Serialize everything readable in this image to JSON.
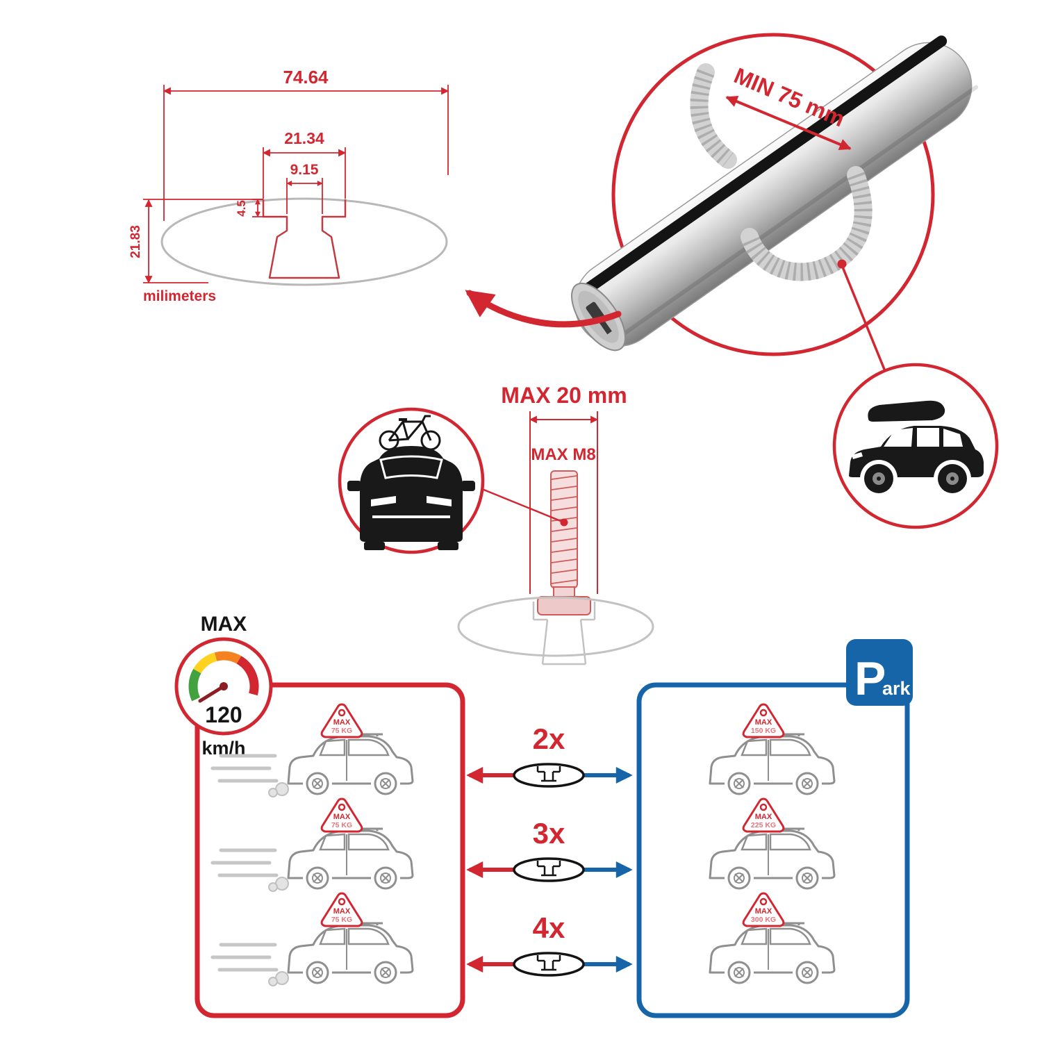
{
  "colors": {
    "accent_red": "#d22631",
    "accent_blue": "#1565a8",
    "profile_gray": "#b8b8b8",
    "silhouette_black": "#191919"
  },
  "profile_dimensions": {
    "total_width": "74.64",
    "slot_width": "21.34",
    "inner_width": "9.15",
    "lip_depth": "4.5",
    "total_height": "21.83",
    "units": "milimeters"
  },
  "crossbar_detail": {
    "min_span": "MIN 75 mm"
  },
  "mount_bolt": {
    "max_width": "MAX 20 mm",
    "max_thread": "MAX M8"
  },
  "speed_limit": {
    "label": "MAX",
    "value": "120",
    "units": "km/h"
  },
  "parking": {
    "letter": "P",
    "rest": "ark"
  },
  "bar_quantities": [
    {
      "label": "2x"
    },
    {
      "label": "3x"
    },
    {
      "label": "4x"
    }
  ],
  "driving_cars": [
    {
      "sign": "MAX",
      "load": "75 KG"
    },
    {
      "sign": "MAX",
      "load": "75 KG"
    },
    {
      "sign": "MAX",
      "load": "75 KG"
    }
  ],
  "parked_cars": [
    {
      "sign": "MAX",
      "load": "150 KG"
    },
    {
      "sign": "MAX",
      "load": "225 KG"
    },
    {
      "sign": "MAX",
      "load": "300 KG"
    }
  ]
}
